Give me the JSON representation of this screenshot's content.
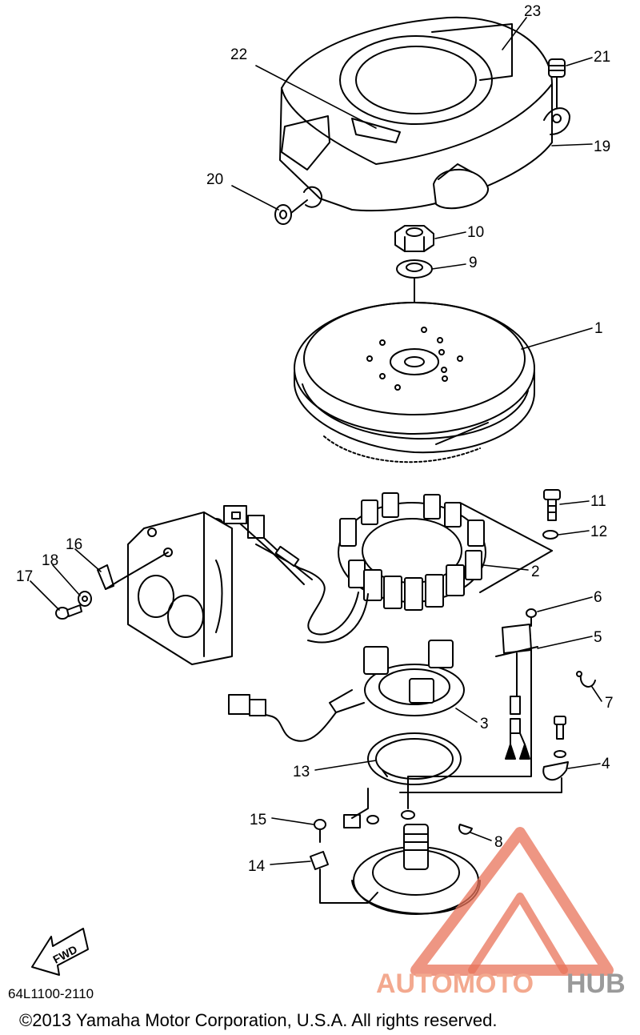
{
  "diagram": {
    "callouts": [
      "1",
      "2",
      "3",
      "4",
      "5",
      "6",
      "7",
      "8",
      "9",
      "10",
      "11",
      "12",
      "13",
      "14",
      "15",
      "16",
      "17",
      "18",
      "19",
      "20",
      "21",
      "22",
      "23"
    ],
    "fwd_label": "FWD",
    "part_code": "64L1100-2110",
    "copyright": "©2013 Yamaha Motor Corporation, U.S.A. All rights reserved."
  },
  "watermark": {
    "brand_part1": "AUTOMOTO",
    "brand_part2": "HUB",
    "color_primary": "#f3a98f",
    "color_secondary": "#9a9a9a",
    "color_triangle": "#e8735a"
  }
}
